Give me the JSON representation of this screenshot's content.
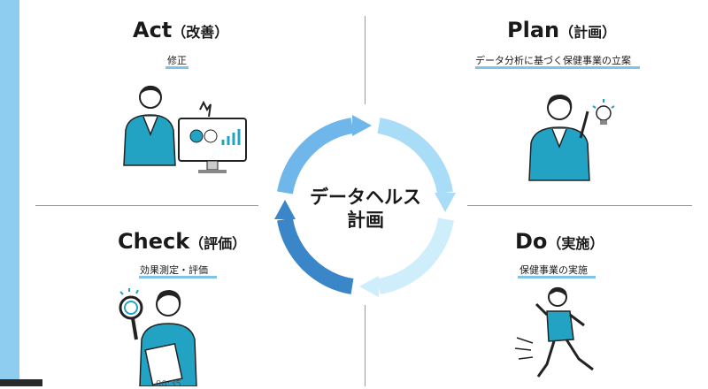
{
  "quadrants": {
    "act": {
      "title": "Act",
      "paren": "（改善）",
      "subtitle": "修正"
    },
    "plan": {
      "title": "Plan",
      "paren": "（計画）",
      "subtitle": "データ分析に基づく保健事業の立案"
    },
    "check": {
      "title": "Check",
      "paren": "（評価）",
      "subtitle": "効果測定・評価"
    },
    "do": {
      "title": "Do",
      "paren": "（実施）",
      "subtitle": "保健事業の実施"
    }
  },
  "center": {
    "line1": "データヘルス",
    "line2": "計画"
  },
  "footer": {
    "timestamp": "00:35"
  },
  "colors": {
    "accent": "#7dc3ea",
    "cycle_dark": "#3a86c8",
    "cycle_mid": "#6fb6ea",
    "cycle_light": "#a9dcf7",
    "cycle_pale": "#cfeefb",
    "figure_teal": "#23a3c4",
    "side_bar": "#8ecdf0"
  }
}
